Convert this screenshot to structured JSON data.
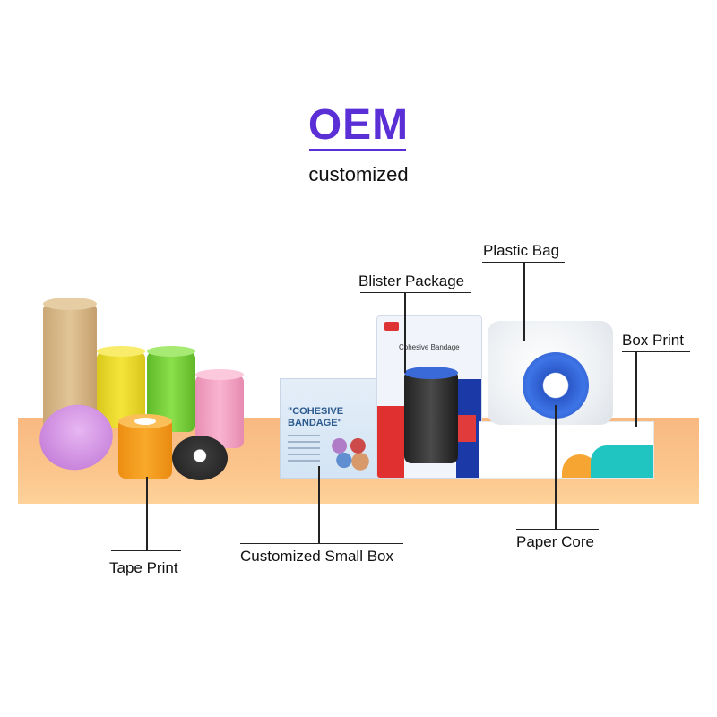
{
  "header": {
    "title": "OEM",
    "subtitle": "customized"
  },
  "labels": {
    "tape_print": "Tape Print",
    "small_box": "Customized Small Box",
    "blister": "Blister Package",
    "plastic_bag": "Plastic Bag",
    "box_print": "Box Print",
    "paper_core": "Paper Core"
  },
  "product_text": {
    "box_title_line1": "\"COHESIVE",
    "box_title_line2": "BANDAGE\"",
    "blister_label": "Cohesive Bandage"
  },
  "colors": {
    "accent": "#5b2fd6",
    "shelf": "#f8b980",
    "roll_tan": "#d8b88a",
    "roll_yellow": "#f2e12b",
    "roll_green": "#7dd43a",
    "roll_pink": "#f4a6c6",
    "roll_purple": "#d89ae8",
    "roll_orange": "#f7a21f",
    "roll_black": "#2a2a2a",
    "core_blue": "#2f66d6"
  }
}
